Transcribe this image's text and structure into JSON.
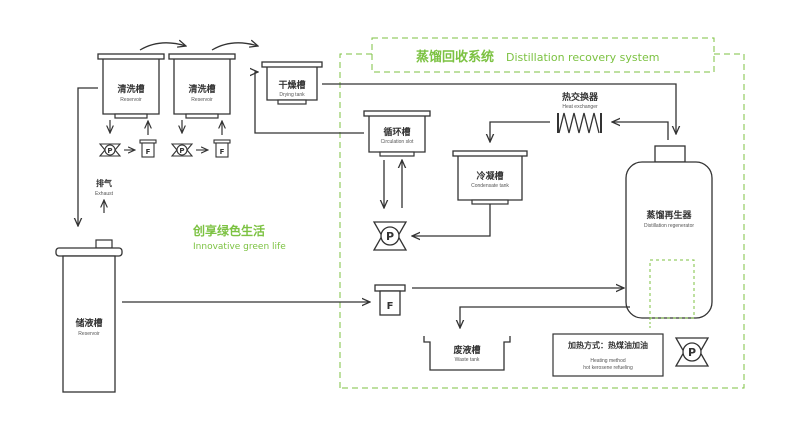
{
  "system": {
    "zh": "蒸馏回收系统",
    "en": "Distillation recovery system"
  },
  "slogan": {
    "zh": "创享绿色生活",
    "en": "Innovative green life"
  },
  "wash_tank_1": {
    "zh": "清洗槽",
    "en": "Reservoir"
  },
  "wash_tank_2": {
    "zh": "清洗槽",
    "en": "Reservoir"
  },
  "drying_tank": {
    "zh": "干燥槽",
    "en": "Drying tank"
  },
  "circulation_slot": {
    "zh": "循环槽",
    "en": "Circulation slot"
  },
  "heat_exchanger": {
    "zh": "热交换器",
    "en": "Heat exchanger"
  },
  "condensate_tank": {
    "zh": "冷凝槽",
    "en": "Condensate tank"
  },
  "regenerator": {
    "zh": "蒸馏再生器",
    "en": "Distillation regenerator"
  },
  "exhaust": {
    "zh": "排气",
    "en": "Exhaust"
  },
  "reservoir": {
    "zh": "储液槽",
    "en": "Reservoir"
  },
  "waste_tank": {
    "zh": "废液槽",
    "en": "Waste tank"
  },
  "heating": {
    "zh": "加热方式：热煤油加油",
    "en1": "Heating method",
    "en2": "hot kerosene refueling"
  },
  "pump_label": "P",
  "filter_label": "F",
  "colors": {
    "accent_green": "#7cc242",
    "line": "#333333"
  }
}
